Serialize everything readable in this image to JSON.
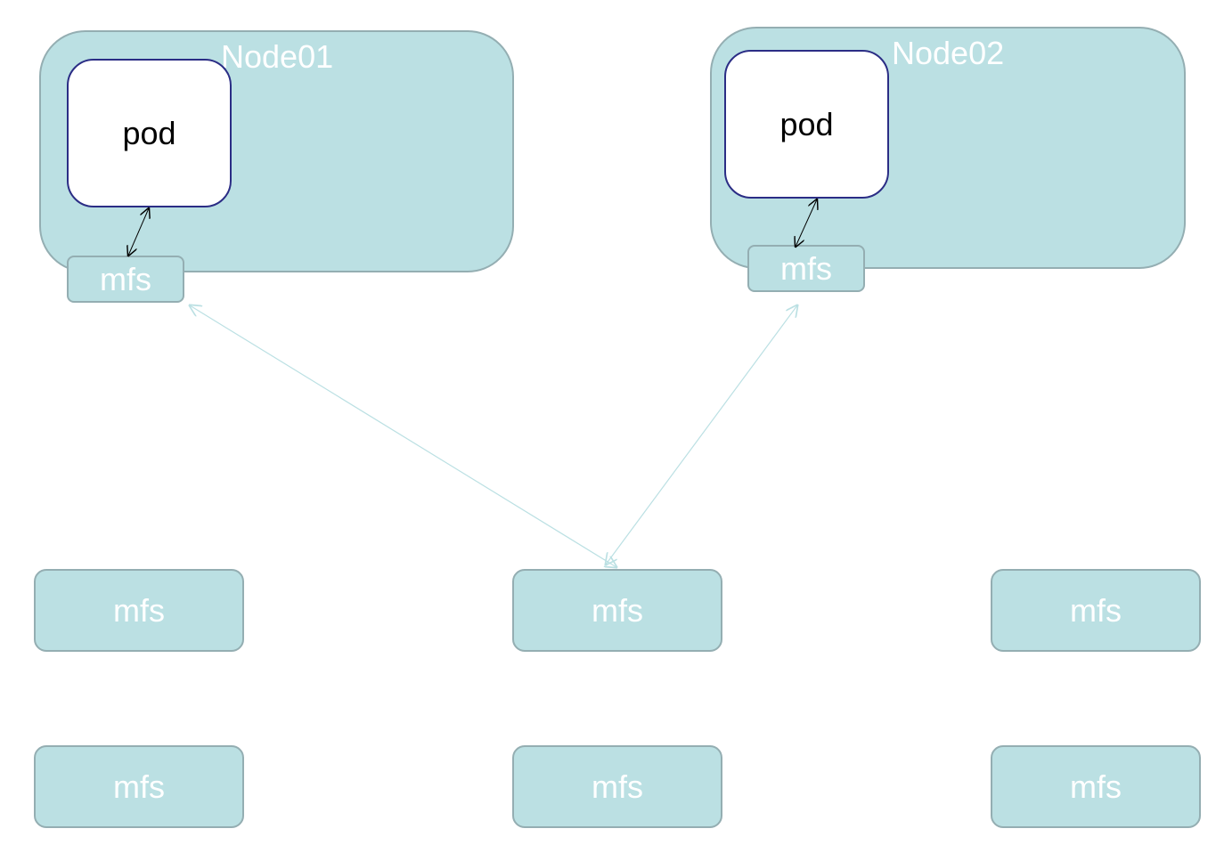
{
  "nodes": [
    {
      "title": "Node01",
      "pod_label": "pod",
      "mfs_label": "mfs"
    },
    {
      "title": "Node02",
      "pod_label": "pod",
      "mfs_label": "mfs"
    }
  ],
  "storage_row_1": [
    {
      "label": "mfs"
    },
    {
      "label": "mfs"
    },
    {
      "label": "mfs"
    }
  ],
  "storage_row_2": [
    {
      "label": "mfs"
    },
    {
      "label": "mfs"
    },
    {
      "label": "mfs"
    }
  ],
  "colors": {
    "node_fill": "#bbe0e3",
    "node_border": "#94aeb2",
    "pod_border": "#2b2d85",
    "link_local": "#000000",
    "link_remote": "#bbe0e3"
  }
}
